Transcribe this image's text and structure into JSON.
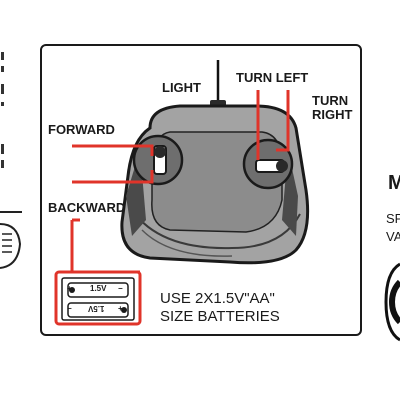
{
  "labels": {
    "light": "LIGHT",
    "turn_left": "TURN LEFT",
    "turn_right_line1": "TURN",
    "turn_right_line2": "RIGHT",
    "forward": "FORWARD",
    "backward": "BACKWARD"
  },
  "battery_box": {
    "voltage_top": "1.5V",
    "voltage_bottom": "1.5V",
    "plus": "+",
    "minus": "−"
  },
  "battery_instructions": {
    "line1": "USE 2X1.5V\"AA\"",
    "line2": "SIZE BATTERIES"
  },
  "right_fragments": {
    "big_letter": "M",
    "line1": "SP",
    "line2": "VA"
  },
  "colors": {
    "annotation_red": "#e0342a",
    "body_gray": "#9a9a9a",
    "outline": "#1a1a1a"
  }
}
